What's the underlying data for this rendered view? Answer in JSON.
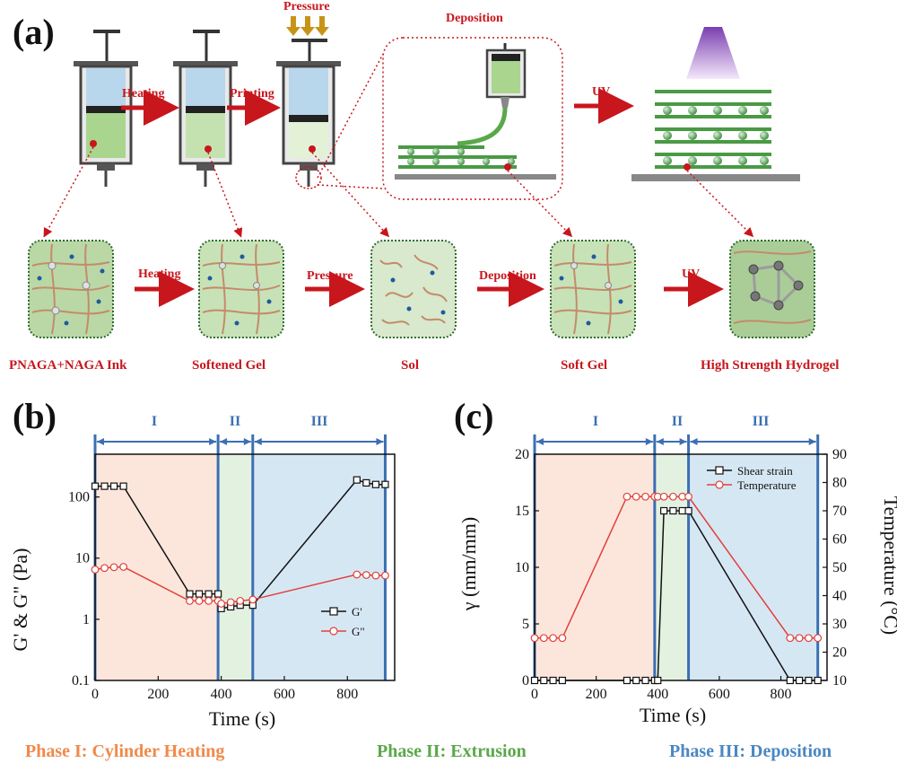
{
  "panel_a": {
    "letter": "(a)",
    "pressure_label": "Pressure",
    "deposition_title": "Deposition",
    "arrows_top": [
      "Heating",
      "Printing",
      "UV"
    ],
    "arrows_bottom": [
      "Heating",
      "Pressure",
      "Deposition",
      "UV"
    ],
    "states": [
      "PNAGA+NAGA Ink",
      "Softened Gel",
      "Sol",
      "Soft Gel",
      "High Strength Hydrogel"
    ]
  },
  "panel_b": {
    "letter": "(b)",
    "phases": [
      "I",
      "II",
      "III"
    ],
    "ylabel": "G' & G\" (Pa)",
    "xlabel": "Time (s)",
    "legend": [
      "G'",
      "G\""
    ],
    "yticks": [
      "0.1",
      "1",
      "10",
      "100"
    ],
    "xticks": [
      "0",
      "200",
      "400",
      "600",
      "800"
    ]
  },
  "panel_c": {
    "letter": "(c)",
    "phases": [
      "I",
      "II",
      "III"
    ],
    "ylabel": "γ (mm/mm)",
    "y2label": "Temperature (°C)",
    "xlabel": "Time (s)",
    "legend": [
      "Shear strain",
      "Temperature"
    ],
    "yticks": [
      "0",
      "5",
      "10",
      "15",
      "20"
    ],
    "y2ticks": [
      "10",
      "20",
      "30",
      "40",
      "50",
      "60",
      "70",
      "80",
      "90"
    ],
    "xticks": [
      "0",
      "200",
      "400",
      "600",
      "800"
    ]
  },
  "footer": {
    "phase1": "Phase I: Cylinder Heating",
    "phase2": "Phase II: Extrusion",
    "phase3": "Phase III: Deposition"
  },
  "colors": {
    "accent_red": "#c8161d",
    "phase1": "#f08a4b",
    "phase2": "#5aa84a",
    "phase3": "#4a87c3",
    "phase1_bg": "#fce6dc",
    "phase2_bg": "#e3f2e0",
    "phase3_bg": "#d6e7f4",
    "divider_blue": "#3b6fb3"
  },
  "chart_data": [
    {
      "type": "line",
      "x_axis": "Time (s)",
      "y_axis": "G' & G\" (Pa)",
      "yscale": "log",
      "xlim": [
        0,
        950
      ],
      "ylim": [
        0.1,
        500
      ],
      "phase_boundaries": [
        390,
        500
      ],
      "series": [
        {
          "name": "G'",
          "x": [
            0,
            30,
            60,
            90,
            300,
            330,
            360,
            390,
            400,
            430,
            460,
            500,
            830,
            860,
            890,
            920
          ],
          "values": [
            150,
            150,
            150,
            150,
            2.6,
            2.6,
            2.6,
            2.6,
            1.5,
            1.6,
            1.7,
            1.7,
            190,
            170,
            160,
            160
          ]
        },
        {
          "name": "G\"",
          "x": [
            0,
            30,
            60,
            90,
            300,
            330,
            360,
            390,
            400,
            430,
            460,
            500,
            830,
            860,
            890,
            920
          ],
          "values": [
            6.5,
            6.9,
            7.1,
            7.2,
            2.0,
            2.0,
            2.0,
            2.0,
            1.8,
            1.9,
            2.0,
            2.1,
            5.4,
            5.3,
            5.2,
            5.2
          ]
        }
      ]
    },
    {
      "type": "line",
      "x_axis": "Time (s)",
      "y_axis": "γ (mm/mm)",
      "y2_axis": "Temperature (°C)",
      "xlim": [
        0,
        950
      ],
      "ylim": [
        0,
        20
      ],
      "y2lim": [
        10,
        90
      ],
      "phase_boundaries": [
        390,
        500
      ],
      "series": [
        {
          "name": "Shear strain",
          "x": [
            0,
            30,
            60,
            90,
            300,
            330,
            360,
            390,
            400,
            420,
            450,
            480,
            500,
            830,
            860,
            890,
            920
          ],
          "values": [
            0,
            0,
            0,
            0,
            0,
            0,
            0,
            0,
            0,
            15,
            15,
            15,
            15,
            0,
            0,
            0,
            0
          ]
        },
        {
          "name": "Temperature",
          "x": [
            0,
            30,
            60,
            90,
            300,
            330,
            360,
            390,
            400,
            420,
            450,
            480,
            500,
            830,
            860,
            890,
            920
          ],
          "values": [
            25,
            25,
            25,
            25,
            75,
            75,
            75,
            75,
            75,
            75,
            75,
            75,
            75,
            25,
            25,
            25,
            25
          ]
        }
      ]
    }
  ]
}
